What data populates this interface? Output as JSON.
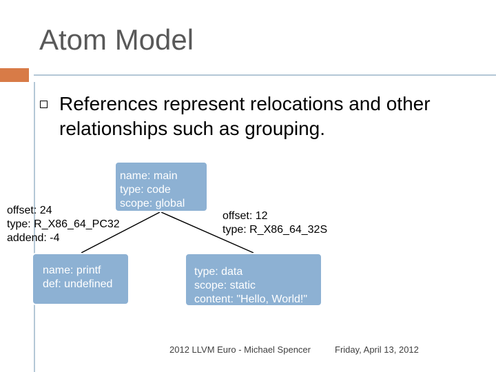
{
  "slide": {
    "title": "Atom Model",
    "bullet": "References represent relocations and other relationships such as grouping."
  },
  "diagram": {
    "nodes": {
      "main": "name: main\ntype: code\nscope: global",
      "printf": "name: printf\ndef: undefined",
      "data": "type: data\nscope: static\ncontent: \"Hello, World!\""
    },
    "edges": {
      "main_to_printf": "offset: 24\ntype: R_X86_64_PC32\naddend: -4",
      "main_to_data": "offset: 12\ntype: R_X86_64_32S"
    }
  },
  "footer": {
    "left": "2012 LLVM Euro - Michael Spencer",
    "right": "Friday, April 13, 2012"
  },
  "colors": {
    "title": "#595959",
    "accent": "#d87b47",
    "rule": "#b3c7d6",
    "node_fill": "#8db1d3",
    "node_text": "#ffffff"
  }
}
